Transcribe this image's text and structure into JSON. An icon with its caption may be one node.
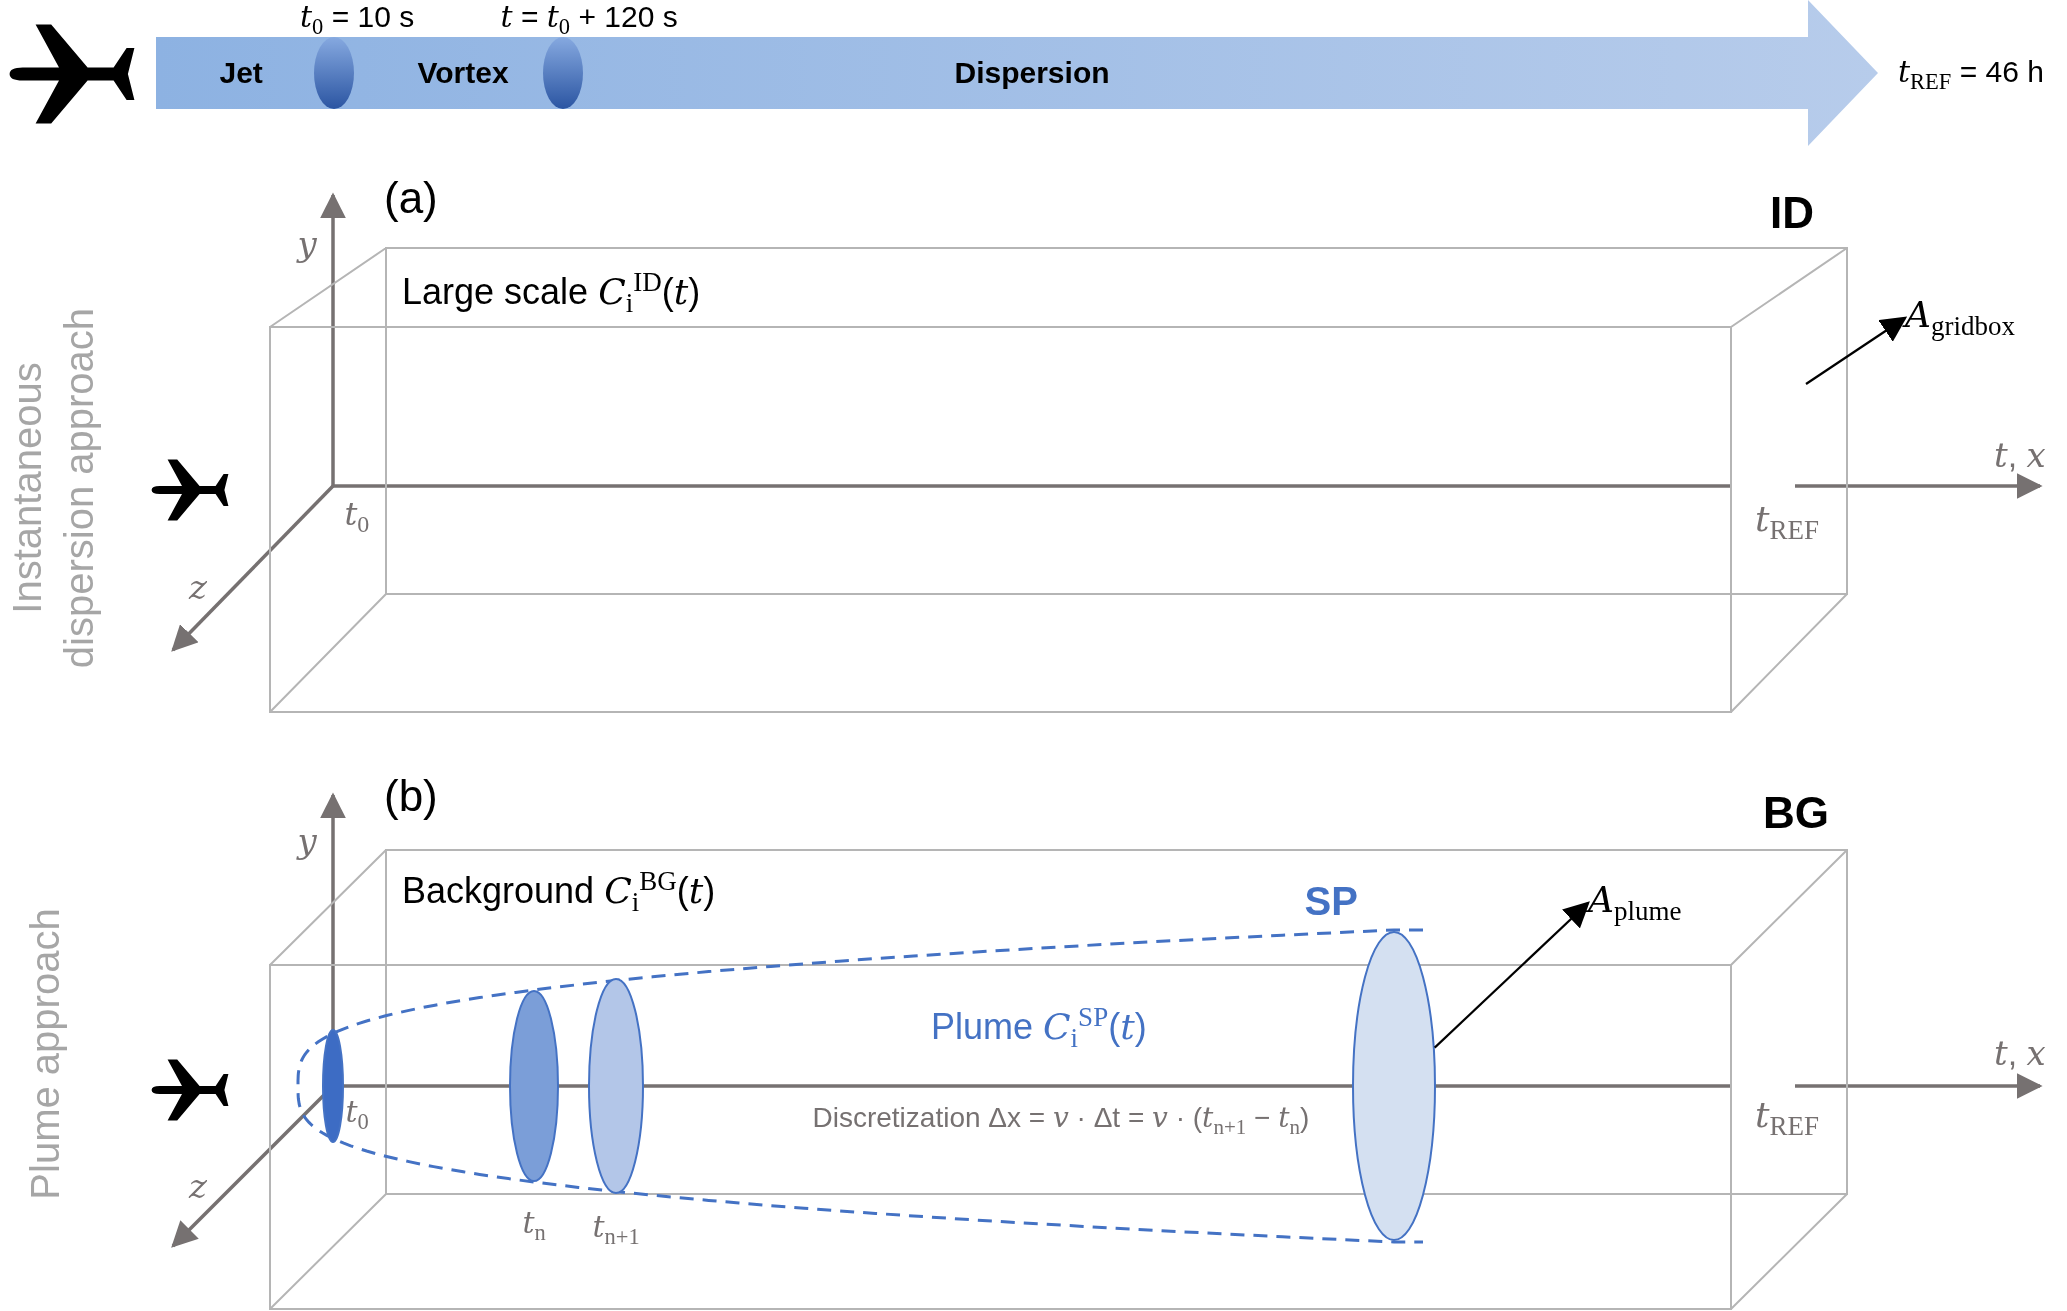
{
  "diagram": {
    "nodes": [
      {
        "text": [
          "Jet",
          "Vortex",
          "Dispersion"
        ],
        "beside": [
          "*t*$_{REF}$ = 46 h"
        ]
      },
      {
        "text": [],
        "shape": "ellipse",
        "in": 0,
        "beside": [
          "*t*$_{0}$ = 10 s"
        ]
      },
      {
        "text": [],
        "shape": "ellipse",
        "in": 0,
        "beside": [
          "*t* = *t*$_{0}$ + 120 s"
        ]
      },
      {
        "text": [
          "ID",
          "Large scale *C*$_{i}$$^{ID}$(*t*)"
        ]
      },
      {
        "text": [
          "*A*$_{gridbox}$"
        ]
      },
      {
        "text": [
          "BG"
        ]
      },
      {
        "text": [
          "SP",
          "Plume *C*$_{i}$$^{SP}$(*t*)"
        ],
        "in": 5
      },
      {
        "text": [],
        "shape": "ellipse",
        "in": 6,
        "beside": [
          "*t*$_{0}$"
        ]
      },
      {
        "text": [],
        "shape": "ellipse",
        "in": 6,
        "beside": [
          "*t*$_{n}$"
        ]
      },
      {
        "text": [],
        "shape": "ellipse",
        "in": 6,
        "beside": [
          "*t*$_{n+1}$"
        ]
      },
      {
        "text": [],
        "shape": "ellipse",
        "in": 6
      },
      {
        "text": [
          "*A*$_{plume}$"
        ],
        "in": 5
      }
    ],
    "edges": [
      {
        "from": 3,
        "to": 4,
        "arrow": "to"
      },
      {
        "from": 10,
        "to": 11,
        "arrow": "to"
      }
    ],
    "labels": [
      "(a)",
      "*y*",
      "*t*$_{0}$",
      "*z*",
      "*t*$_{REF}$",
      "*t*, *x*",
      "Instantaneous dispersion approach",
      "(b)",
      "*y*",
      "Background *C*$_{i}$$^{BG}$(*t*)",
      "*z*",
      "Discretization Δx = *v* · Δt = *v* · (*t*$_{n+1}$ − *t*$_{n}$)",
      "*t*$_{REF}$",
      "*t*, *x*",
      "Plume approach"
    ]
  }
}
